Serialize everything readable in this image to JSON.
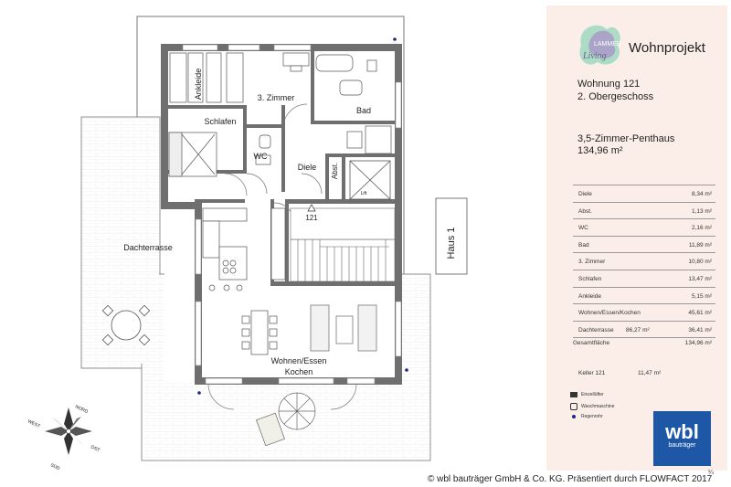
{
  "plan": {
    "rooms": {
      "ankleide": "Ankleide",
      "zimmer3": "3. Zimmer",
      "bad": "Bad",
      "schlafen": "Schlafen",
      "wc": "WC",
      "diele": "Diele",
      "abst": "Abst.",
      "lift": "Lift",
      "unit": "121",
      "terrace": "Dachterrasse",
      "wohnen1": "Wohnen/Essen",
      "wohnen2": "Kochen",
      "haus": "Haus 1"
    },
    "compass": {
      "north": "NORD",
      "east": "OST",
      "south": "SÜD",
      "west": "WEST"
    }
  },
  "panel": {
    "brand": "Wohnprojekt",
    "logo_top": "LAMMER",
    "logo_script": "Living",
    "apartment": "Wohnung 121",
    "floor": "2. Obergeschoss",
    "type": "3,5-Zimmer-Penthaus",
    "area": "134,96 m²",
    "rooms": [
      {
        "name": "Diele",
        "extra": "",
        "value": "8,34 m²"
      },
      {
        "name": "Abst.",
        "extra": "",
        "value": "1,13 m²"
      },
      {
        "name": "WC",
        "extra": "",
        "value": "2,16 m²"
      },
      {
        "name": "Bad",
        "extra": "",
        "value": "11,89 m²"
      },
      {
        "name": "3. Zimmer",
        "extra": "",
        "value": "10,80 m²"
      },
      {
        "name": "Schlafen",
        "extra": "",
        "value": "13,47 m²"
      },
      {
        "name": "Ankleide",
        "extra": "",
        "value": "5,15 m²"
      },
      {
        "name": "Wohnen/Essen/Kochen",
        "extra": "",
        "value": "45,61 m²"
      },
      {
        "name": "Dachterrasse",
        "extra": "86,27 m²",
        "value": "36,41 m²"
      }
    ],
    "total_label": "Gesamtfläche",
    "total_value": "134,96 m²",
    "cellar_label": "Keller 121",
    "cellar_value": "11,47 m²",
    "legend": [
      "Einzellüfter",
      "Waschmaschine",
      "Regenrohr"
    ],
    "wbl_main": "wbl",
    "wbl_sub": "bauträger",
    "scale": "¼"
  },
  "copyright": "© wbl bauträger GmbH & Co. KG. Präsentiert durch FLOWFACT 2017",
  "colors": {
    "wall": "#6f6f6f",
    "accent": "#1e57a6",
    "panel": "#fbeee8",
    "logo_green": "#7cc7a6",
    "logo_purple": "#9a86c0"
  }
}
